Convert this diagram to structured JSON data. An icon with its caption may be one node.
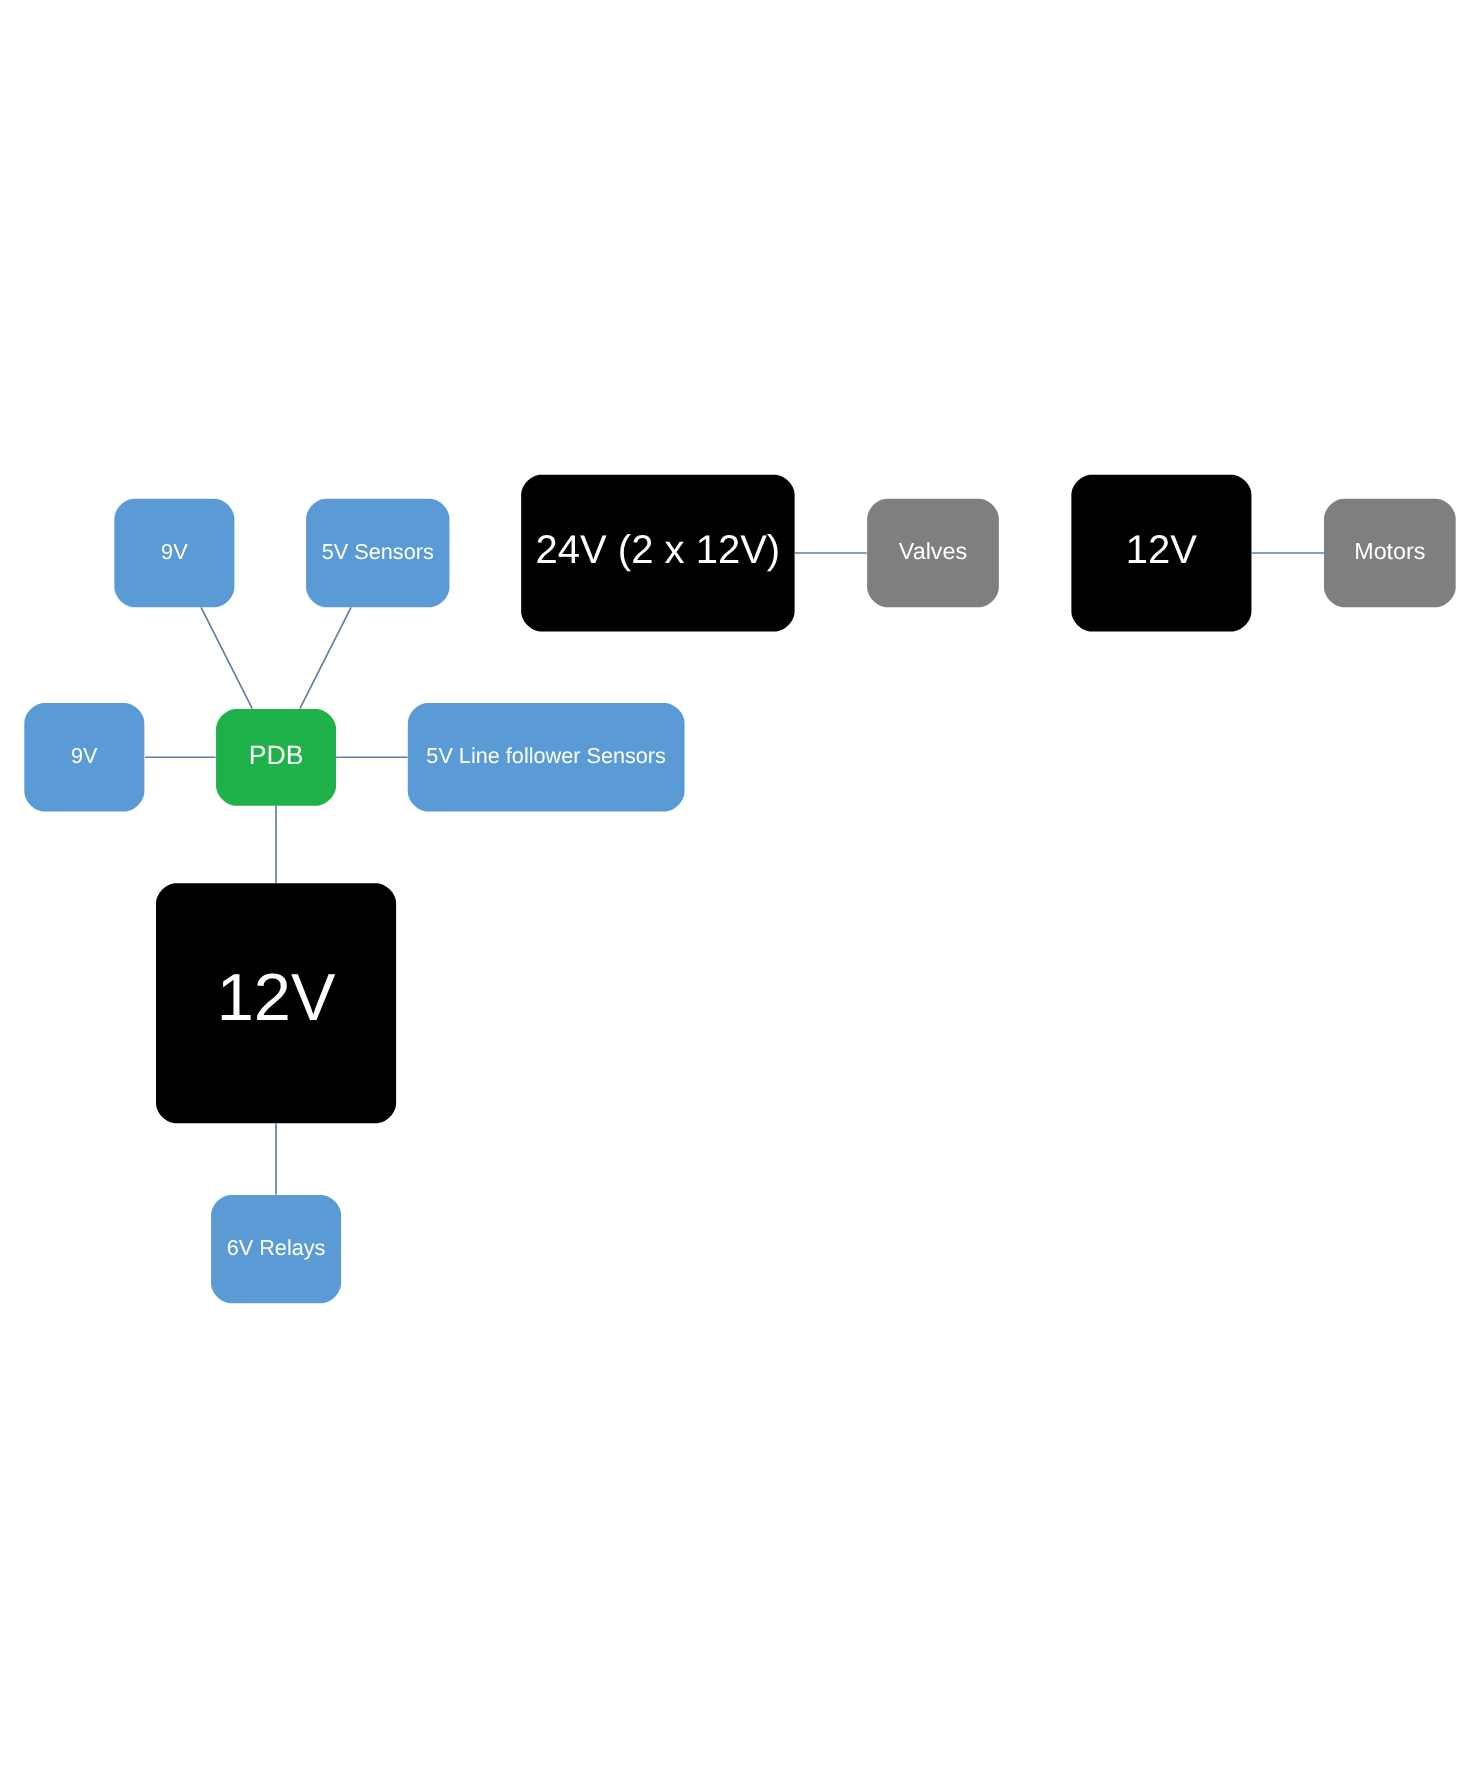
{
  "diagram": {
    "nodes": [
      {
        "text": [
          "9V"
        ]
      },
      {
        "text": [
          "5V Sensors"
        ]
      },
      {
        "text": [
          "9V"
        ]
      },
      {
        "text": [
          "PDB"
        ]
      },
      {
        "text": [
          "5V Line follower Sensors"
        ]
      },
      {
        "text": [
          "12V"
        ]
      },
      {
        "text": [
          "6V Relays"
        ]
      },
      {
        "text": [
          "24V (2 x 12V)"
        ]
      },
      {
        "text": [
          "Valves"
        ]
      },
      {
        "text": [
          "12V"
        ]
      },
      {
        "text": [
          "Motors"
        ]
      }
    ],
    "edges": [
      {
        "from": 0,
        "to": 3,
        "arrow": "none"
      },
      {
        "from": 1,
        "to": 3,
        "arrow": "none"
      },
      {
        "from": 2,
        "to": 3,
        "arrow": "none"
      },
      {
        "from": 3,
        "to": 4,
        "arrow": "none"
      },
      {
        "from": 3,
        "to": 5,
        "arrow": "none"
      },
      {
        "from": 5,
        "to": 6,
        "arrow": "none"
      },
      {
        "from": 7,
        "to": 8,
        "arrow": "none"
      },
      {
        "from": 9,
        "to": 10,
        "arrow": "none"
      }
    ]
  }
}
